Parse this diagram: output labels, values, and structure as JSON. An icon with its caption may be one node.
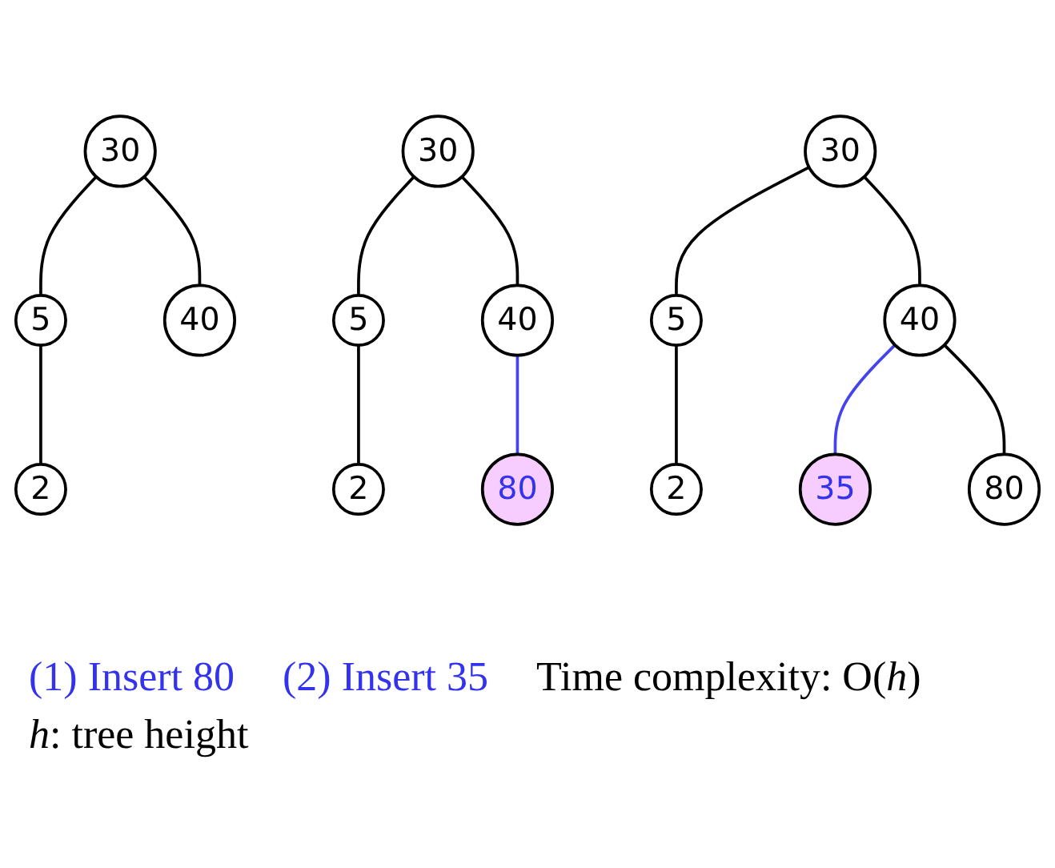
{
  "diagram": {
    "nodes": [
      {
        "text": [
          "30"
        ]
      },
      {
        "text": [
          "5"
        ]
      },
      {
        "text": [
          "40"
        ]
      },
      {
        "text": [
          "2"
        ]
      },
      {
        "text": [
          "30"
        ]
      },
      {
        "text": [
          "5"
        ]
      },
      {
        "text": [
          "40"
        ]
      },
      {
        "text": [
          "2"
        ]
      },
      {
        "text": [
          "80"
        ]
      },
      {
        "text": [
          "30"
        ]
      },
      {
        "text": [
          "5"
        ]
      },
      {
        "text": [
          "40"
        ]
      },
      {
        "text": [
          "2"
        ]
      },
      {
        "text": [
          "35"
        ]
      },
      {
        "text": [
          "80"
        ]
      }
    ],
    "edges": [
      {
        "from": 0,
        "to": 1,
        "arrow": "none"
      },
      {
        "from": 0,
        "to": 2,
        "arrow": "none"
      },
      {
        "from": 1,
        "to": 3,
        "arrow": "none"
      },
      {
        "from": 4,
        "to": 5,
        "arrow": "none"
      },
      {
        "from": 4,
        "to": 6,
        "arrow": "none"
      },
      {
        "from": 5,
        "to": 7,
        "arrow": "none"
      },
      {
        "from": 6,
        "to": 8,
        "arrow": "none",
        "color": "#4444ee"
      },
      {
        "from": 9,
        "to": 10,
        "arrow": "none"
      },
      {
        "from": 9,
        "to": 11,
        "arrow": "none"
      },
      {
        "from": 10,
        "to": 12,
        "arrow": "none"
      },
      {
        "from": 11,
        "to": 13,
        "arrow": "none",
        "color": "#4444ee"
      },
      {
        "from": 11,
        "to": 14,
        "arrow": "none"
      }
    ],
    "labels": [
      "(1) Insert 80",
      "(2) Insert 35",
      "Time complexity: O(*h*)",
      "*h*: tree height"
    ]
  }
}
